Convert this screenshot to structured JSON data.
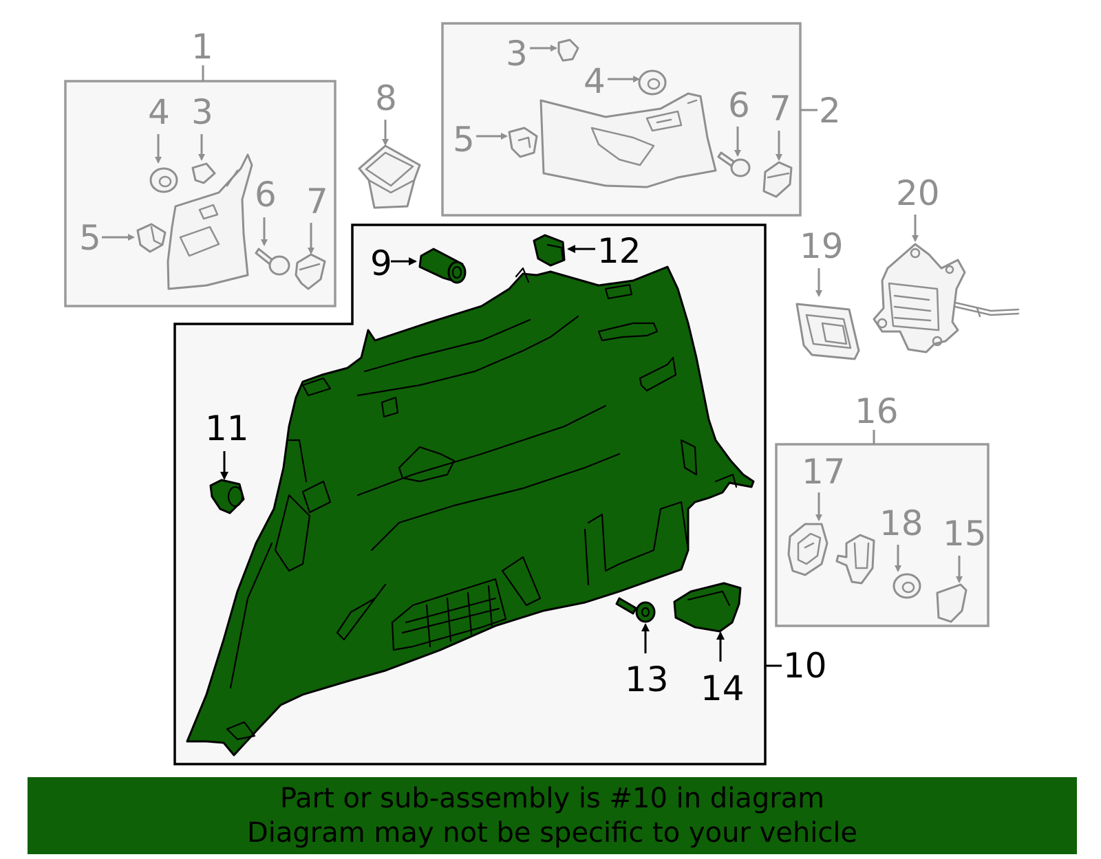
{
  "diagram": {
    "callouts": {
      "c1": "1",
      "c2": "2",
      "c3a": "3",
      "c3b": "3",
      "c4a": "4",
      "c4b": "4",
      "c5a": "5",
      "c5b": "5",
      "c6a": "6",
      "c6b": "6",
      "c7a": "7",
      "c7b": "7",
      "c8": "8",
      "c9": "9",
      "c10": "10",
      "c11": "11",
      "c12": "12",
      "c13": "13",
      "c14": "14",
      "c15": "15",
      "c16": "16",
      "c17": "17",
      "c18": "18",
      "c19": "19",
      "c20": "20"
    },
    "highlight_color": "#0f6107",
    "callout_grey_color": "#8f8f8f"
  },
  "footer": {
    "line1": "Part or sub-assembly is #10 in diagram",
    "line2": "Diagram may not be specific to your vehicle",
    "background_color": "#0f6107"
  }
}
